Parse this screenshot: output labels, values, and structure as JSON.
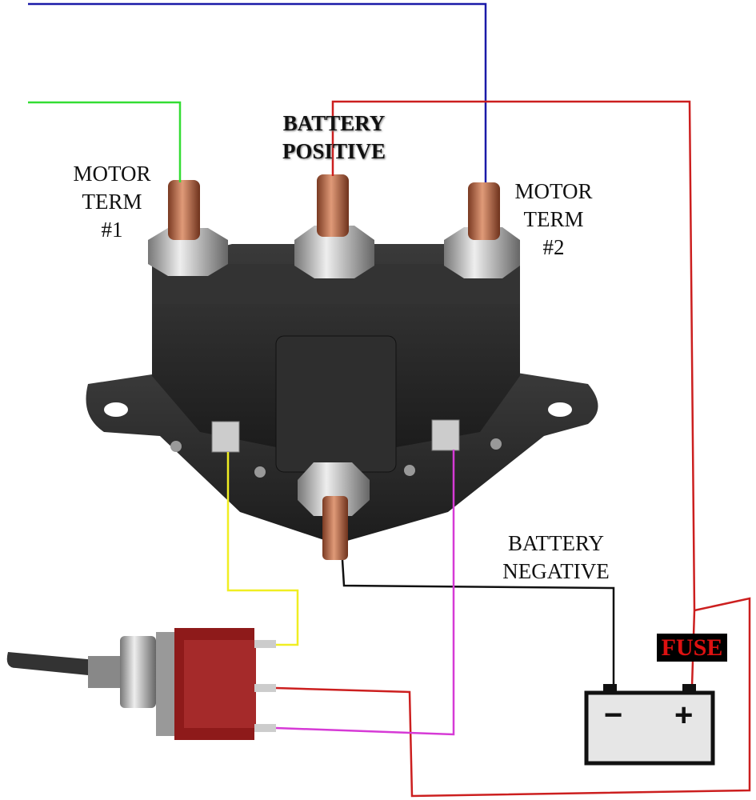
{
  "labels": {
    "motor_term_1": [
      "MOTOR",
      "TERM",
      "#1"
    ],
    "battery_positive": [
      "BATTERY",
      "POSITIVE"
    ],
    "motor_term_2": [
      "MOTOR",
      "TERM",
      "#2"
    ],
    "battery_negative": [
      "BATTERY",
      "NEGATIVE"
    ],
    "fuse": "FUSE"
  },
  "battery": {
    "negative_sign": "−",
    "positive_sign": "+"
  },
  "colors": {
    "wire_blue": "#1a1aa8",
    "wire_green": "#33dd33",
    "wire_red": "#cc1f1f",
    "wire_black": "#111111",
    "wire_yellow": "#f0ee22",
    "wire_magenta": "#d63ad6",
    "solenoid_body": "#2a2a2a",
    "copper": "#b8694a",
    "switch_red": "#8e1a1a"
  }
}
